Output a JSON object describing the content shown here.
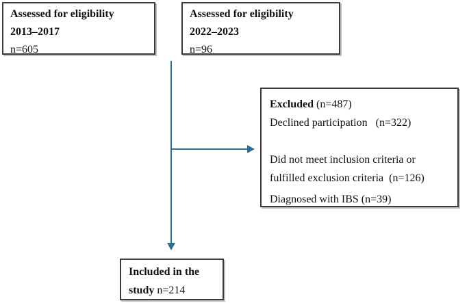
{
  "boxes": {
    "eligibility_2013": {
      "title": "Assessed for eligibility",
      "period": "2013–2017",
      "count": "n=605"
    },
    "eligibility_2022": {
      "title": "Assessed for eligibility",
      "period": "2022–2023",
      "count": "n=96"
    },
    "excluded": {
      "title_bold": "Excluded",
      "title_rest": " (n=487)",
      "lines": [
        "Declined participation   (n=322)",
        "",
        "Did not meet inclusion criteria or",
        "fulfilled exclusion criteria  (n=126)",
        "Diagnosed with IBS (n=39)"
      ]
    },
    "included": {
      "title_bold": "Included in the study",
      "count": " n=214"
    }
  },
  "colors": {
    "arrow": "#2b7193",
    "box_border": "#3a3a3a"
  }
}
